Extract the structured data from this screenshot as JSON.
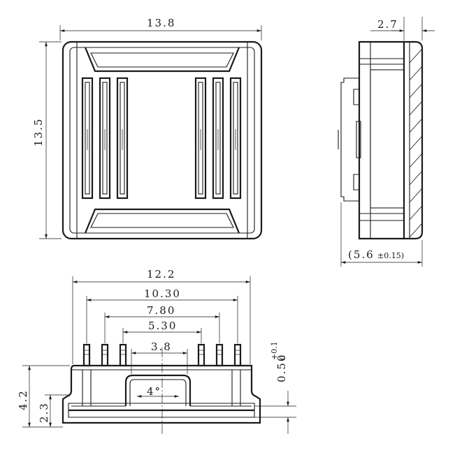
{
  "title": "",
  "top_view": {
    "width_label": "13.8",
    "height_label": "13.5"
  },
  "side_view": {
    "thickness_label": "2.7",
    "depth_label": "(5.6",
    "depth_tol_label": "±0.15)"
  },
  "front_view": {
    "overall_label": "12.2",
    "pitch_outer_label": "10.30",
    "pitch_mid_label": "7.80",
    "pitch_inner_label": "5.30",
    "center_label": "3.8",
    "angle_label": "4°",
    "height_total_label": "4.2",
    "height_base_label": "2.3",
    "lead_label": "0.50",
    "lead_tol_label": "+0.1",
    "lead_tol_low_label": "0"
  },
  "colors": {
    "ink": "#1a1a1a",
    "paper": "#ffffff"
  }
}
